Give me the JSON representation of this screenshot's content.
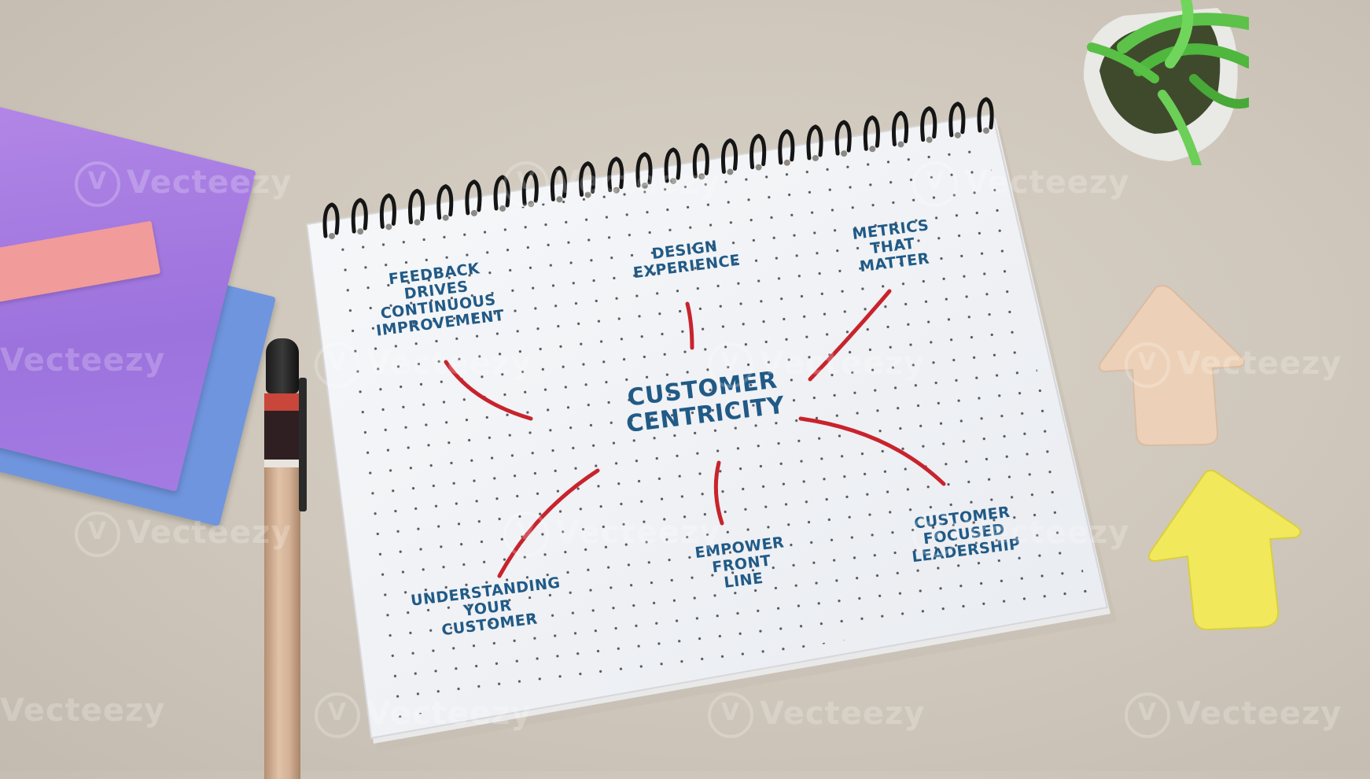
{
  "mindmap": {
    "center": "CUSTOMER CENTRICITY",
    "center_lines": [
      "CUSTOMER",
      "CENTRICITY"
    ],
    "nodes": [
      {
        "id": "feedback",
        "lines": [
          "FEEDBACK",
          "DRIVES",
          "CONTINUOUS",
          "IMPROVEMENT"
        ]
      },
      {
        "id": "design",
        "lines": [
          "DESIGN",
          "EXPERIENCE"
        ]
      },
      {
        "id": "metrics",
        "lines": [
          "METRICS",
          "THAT",
          "MATTER"
        ]
      },
      {
        "id": "understanding",
        "lines": [
          "UNDERSTANDING",
          "YOUR",
          "CUSTOMER"
        ]
      },
      {
        "id": "empower",
        "lines": [
          "EMPOWER",
          "FRONT",
          "LINE"
        ]
      },
      {
        "id": "leadership",
        "lines": [
          "CUSTOMER",
          "FOCUSED",
          "LEADERSHIP"
        ]
      }
    ]
  },
  "watermark": "Vecteezy",
  "colors": {
    "ink": "#215a86",
    "red_marker": "#c8232c",
    "desk": "#d2cabf",
    "paper": "#f4f5f7",
    "note_purple": "#a57de2",
    "note_blue": "#6f95df",
    "note_pink": "#f29b9b",
    "arrow_beige": "#ecd1b8",
    "arrow_yellow": "#f2e85c"
  }
}
